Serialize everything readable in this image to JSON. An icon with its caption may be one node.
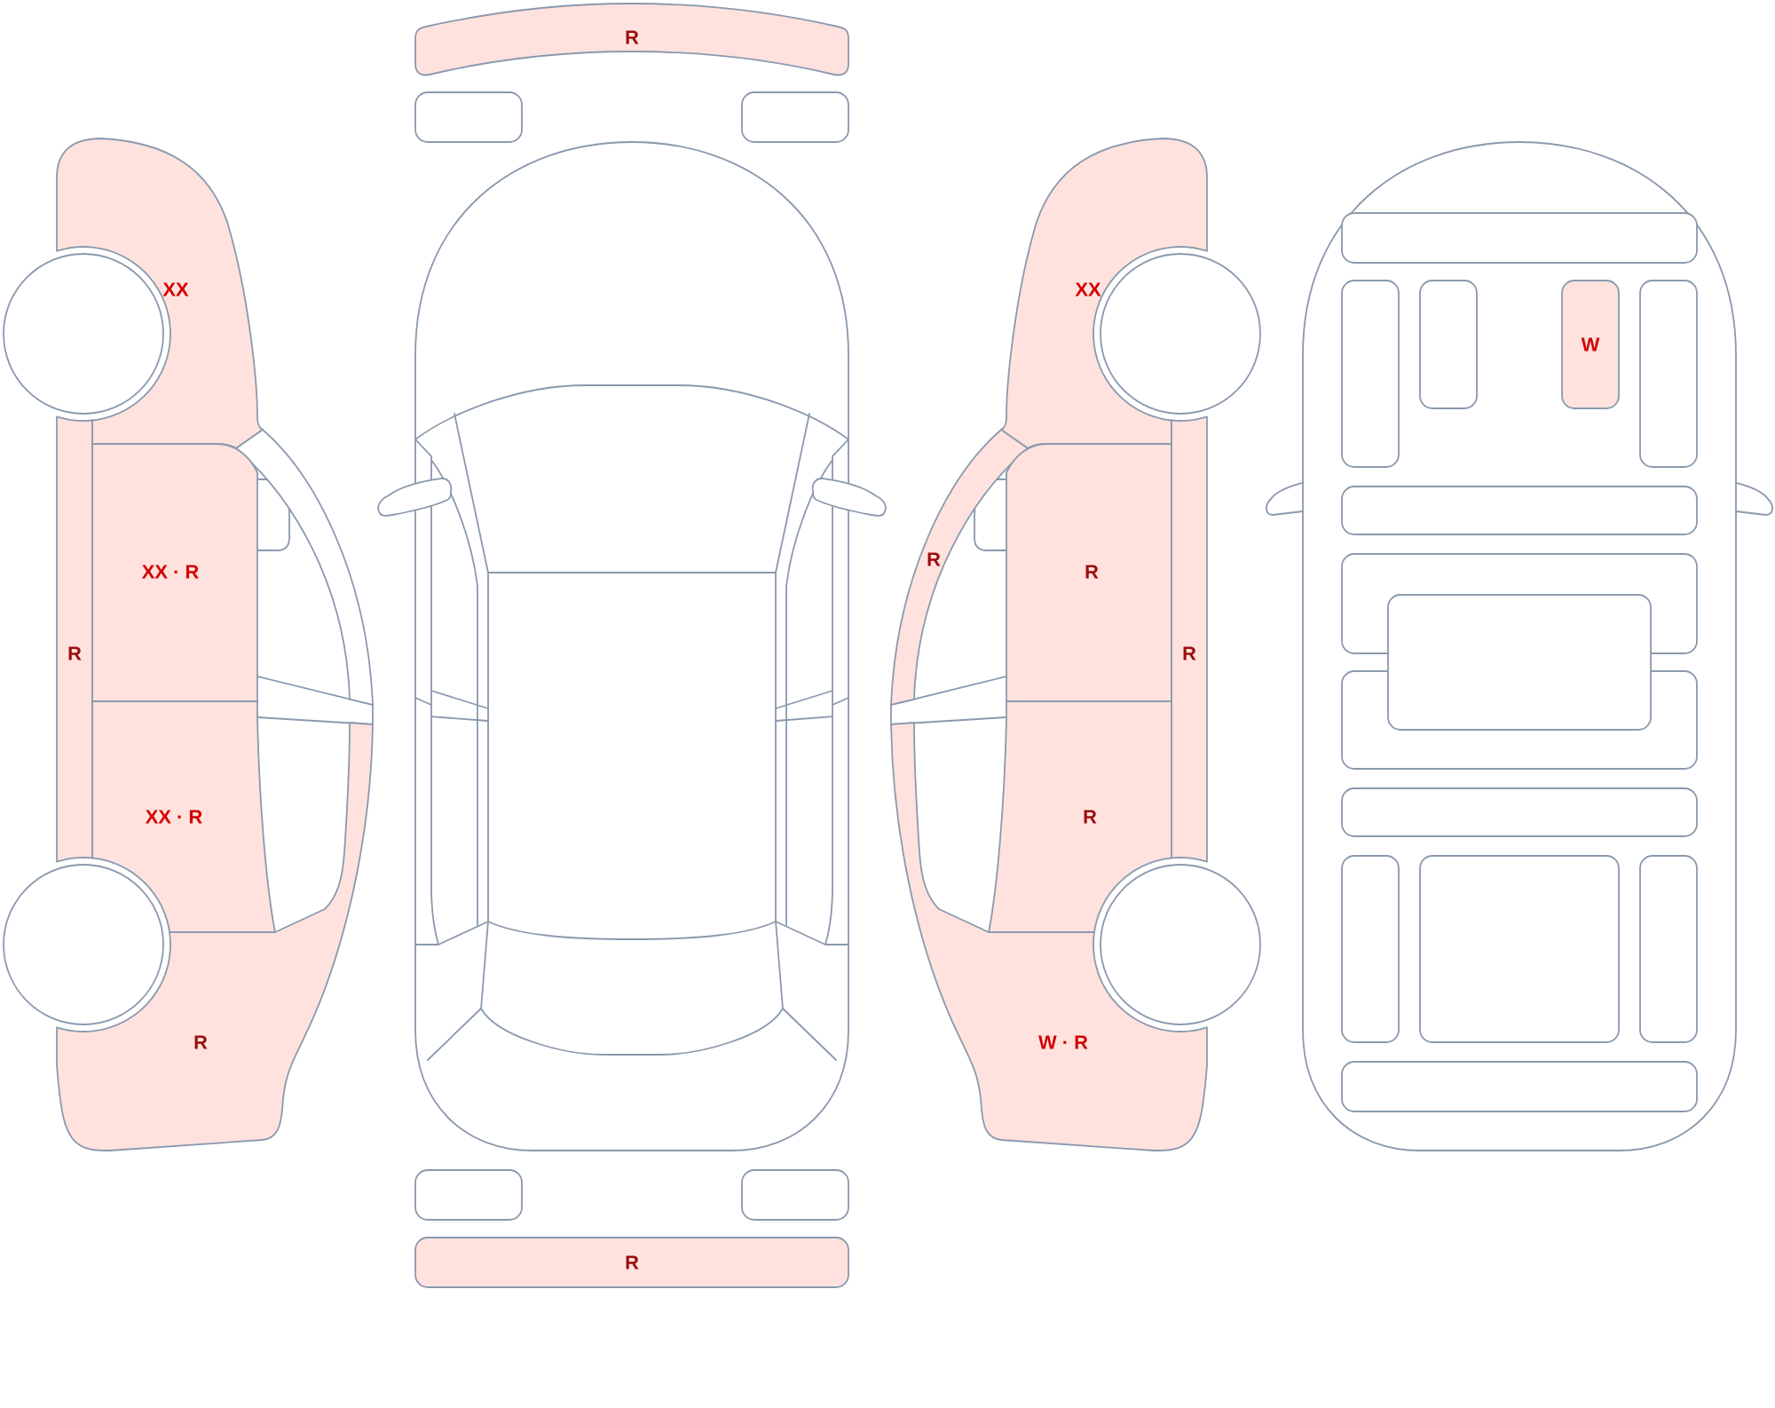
{
  "diagram": {
    "nodes": [
      {
        "text": [
          "XX"
        ]
      },
      {
        "text": [],
        "shape": "bar"
      },
      {
        "text": [
          "XX · R"
        ]
      },
      {
        "text": [
          "R"
        ]
      },
      {
        "text": [
          "XX · R"
        ]
      },
      {
        "text": [
          "R"
        ]
      },
      {
        "text": [
          "R"
        ]
      },
      {
        "text": [],
        "shape": "box"
      },
      {
        "text": [],
        "shape": "box"
      },
      {
        "text": [],
        "shape": "box"
      },
      {
        "text": [],
        "shape": "box"
      },
      {
        "text": [
          "R"
        ]
      },
      {
        "text": [
          "XX"
        ]
      },
      {
        "text": [
          "R"
        ]
      },
      {
        "text": [
          "R"
        ]
      },
      {
        "text": [
          "R"
        ]
      },
      {
        "text": [
          "R"
        ]
      },
      {
        "text": [
          "W · R"
        ]
      },
      {
        "text": [],
        "shape": "box"
      },
      {
        "text": [],
        "shape": "box"
      },
      {
        "text": [],
        "shape": "box"
      },
      {
        "text": [
          "W"
        ]
      },
      {
        "text": [],
        "shape": "box"
      },
      {
        "text": [],
        "shape": "box"
      },
      {
        "text": [],
        "shape": "box"
      },
      {
        "text": [],
        "shape": "box"
      },
      {
        "text": [],
        "shape": "box"
      },
      {
        "text": [],
        "shape": "box"
      },
      {
        "text": [],
        "shape": "box"
      },
      {
        "text": [],
        "shape": "box"
      },
      {
        "text": [],
        "shape": "box"
      },
      {
        "text": [],
        "shape": "box"
      }
    ]
  }
}
